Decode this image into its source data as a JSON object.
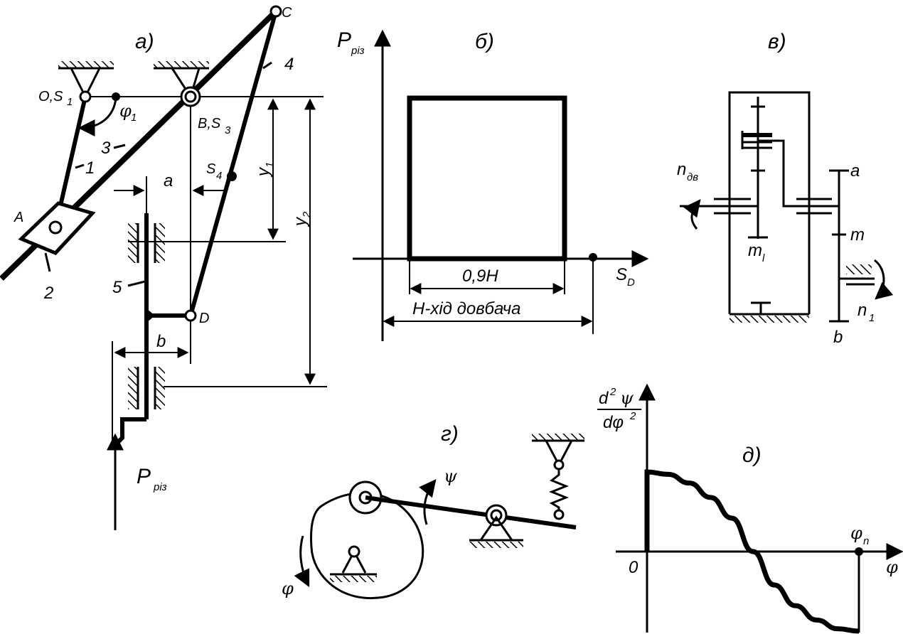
{
  "panels": {
    "a": {
      "caption": "а)",
      "labels": {
        "C": "C",
        "O": "O,S",
        "O_sub": "1",
        "phi1": "φ",
        "phi1_sub": "1",
        "B": "B,S",
        "B_sub": "3",
        "n4": "4",
        "n3": "3",
        "n1": "1",
        "S4": "S",
        "S4_sub": "4",
        "y1": "y",
        "y1_sub": "1",
        "y2": "y",
        "y2_sub": "2",
        "a": "a",
        "A": "A",
        "n2": "2",
        "n5": "5",
        "D": "D",
        "b": "b",
        "P": "P",
        "P_sub": "різ"
      }
    },
    "b": {
      "caption": "б)",
      "y_axis": "P",
      "y_axis_sub": "різ",
      "x_axis": "S",
      "x_axis_sub": "D",
      "inner_dim": "0,9H",
      "outer_dim": "H-хід довбача"
    },
    "v": {
      "caption": "в)",
      "n_dv": "n",
      "n_dv_sub": "дв",
      "a": "a",
      "m": "m",
      "ml": "m",
      "ml_sub": "l",
      "n1": "n",
      "n1_sub": "1",
      "b": "b"
    },
    "g": {
      "caption": "г)",
      "psi": "ψ",
      "phi": "φ"
    },
    "d": {
      "caption": "д)",
      "y_num": "d",
      "y_num_sup": "2",
      "y_num_psi": "ψ",
      "y_den": "dφ",
      "y_den_sup": "2",
      "origin": "0",
      "phi_n": "φ",
      "phi_n_sub": "n",
      "x_axis": "φ"
    }
  },
  "chart_data": {
    "type": "line",
    "title": "",
    "xlabel": "φ",
    "ylabel": "d²ψ/dφ²",
    "x_labels": [
      "0",
      "φn"
    ],
    "series": [
      {
        "x": [
          0.0,
          0.1,
          0.2,
          0.3,
          0.4,
          0.5,
          0.6,
          0.7,
          0.8,
          0.9,
          1.0
        ],
        "y": [
          1.0,
          0.97,
          0.86,
          0.68,
          0.42,
          0.0,
          -0.42,
          -0.68,
          -0.86,
          -0.97,
          -1.0
        ]
      }
    ]
  }
}
